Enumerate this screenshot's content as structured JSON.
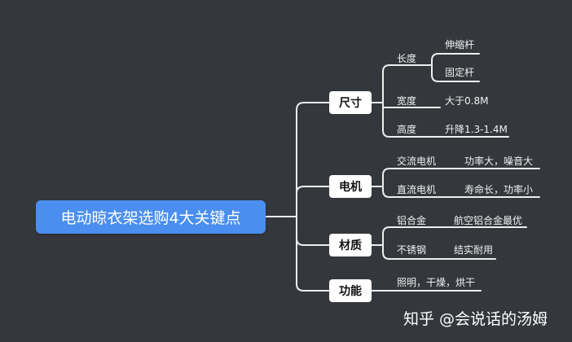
{
  "root": "电动晾衣架选购4大关键点",
  "branches": [
    {
      "label": "尺寸",
      "items": [
        {
          "label": "长度",
          "details": [
            "伸缩杆",
            "固定杆"
          ]
        },
        {
          "label": "宽度",
          "details": [
            "大于0.8M"
          ]
        },
        {
          "label": "高度",
          "details": [
            "升降1.3-1.4M"
          ]
        }
      ]
    },
    {
      "label": "电机",
      "items": [
        {
          "label": "交流电机",
          "details": [
            "功率大，噪音大"
          ]
        },
        {
          "label": "直流电机",
          "details": [
            "寿命长，功率小"
          ]
        }
      ]
    },
    {
      "label": "材质",
      "items": [
        {
          "label": "铝合金",
          "details": [
            "航空铝合金最优"
          ]
        },
        {
          "label": "不锈钢",
          "details": [
            "结实耐用"
          ]
        }
      ]
    },
    {
      "label": "功能",
      "items": [
        {
          "label": "照明，干燥，烘干",
          "details": []
        }
      ]
    }
  ],
  "watermark": "知乎 @会说话的汤姆",
  "colors": {
    "background": "#34373c",
    "root": "#4a8ff0",
    "line": "#eeeeee"
  }
}
